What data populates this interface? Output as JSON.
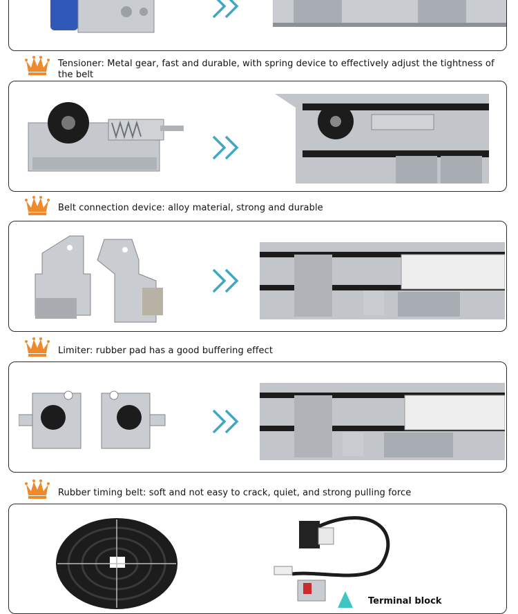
{
  "captions": {
    "tensioner": "Tensioner: Metal gear, fast and durable, with spring device to effectively adjust the tightness of the belt",
    "belt_connection": "Belt connection device: alloy material, strong and durable",
    "limiter": "Limiter: rubber pad has a good buffering effect",
    "timing_belt": "Rubber timing belt: soft and not easy to crack, quiet, and strong pulling force"
  },
  "labels": {
    "terminal_block": "Terminal block"
  },
  "colors": {
    "crown": "#ef8a2c",
    "arrow": "#3fa6c4",
    "panel_border": "#2a2a2a",
    "metal": "#c9ccd1",
    "rail": "#b9bcbf",
    "belt": "#1c1c1c"
  },
  "icons": {
    "caption_marker": "crown-icon",
    "transition": "double-chevron-right-icon",
    "pointer": "up-arrow-icon"
  }
}
